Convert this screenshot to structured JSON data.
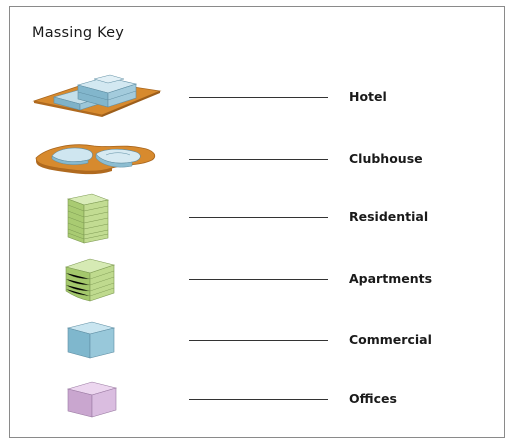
{
  "legend": {
    "title": "Massing Key",
    "items": [
      {
        "label": "Hotel",
        "icon": "hotel-massing-icon",
        "color": "#8fc0d6",
        "base_color": "#d4892c"
      },
      {
        "label": "Clubhouse",
        "icon": "clubhouse-massing-icon",
        "color": "#a7cde0",
        "base_color": "#d4892c"
      },
      {
        "label": "Residential",
        "icon": "residential-massing-icon",
        "color": "#bcd98a"
      },
      {
        "label": "Apartments",
        "icon": "apartments-massing-icon",
        "color": "#b6d38a"
      },
      {
        "label": "Commercial",
        "icon": "commercial-massing-icon",
        "color": "#8cc6dc"
      },
      {
        "label": "Offices",
        "icon": "offices-massing-icon",
        "color": "#d4b3da"
      }
    ]
  }
}
